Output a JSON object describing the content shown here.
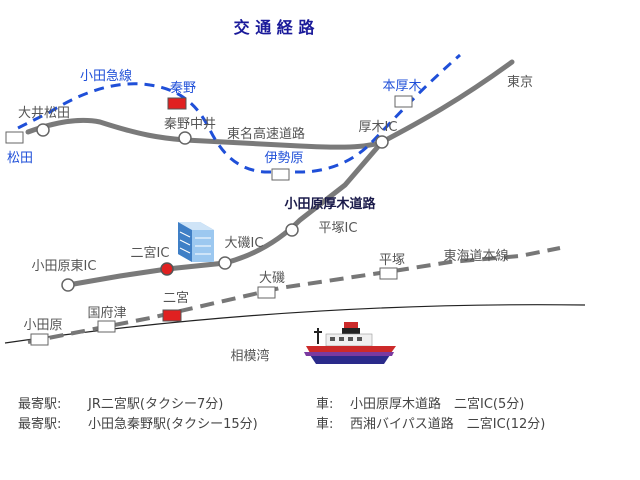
{
  "title": "交 通 経 路",
  "colors": {
    "title": "#1a1a9a",
    "odakyu": "#1f4fd8",
    "highway": "#7a7a7a",
    "station_marker": "#e02020",
    "station_box": "#ffffff",
    "coast": "#222222",
    "label": "#555555"
  },
  "lines": {
    "odakyu": "小田急線",
    "tomei": "東名高速道路",
    "odawara_atsugi": "小田原厚木道路",
    "tokaido": "東海道本線"
  },
  "places": {
    "tokyo": "東京",
    "oimatsuda": "大井松田",
    "matsuda": "松田",
    "hadano": "秦野",
    "hadano_nakai": "秦野中井",
    "isehara": "伊勢原",
    "honatsugi": "本厚木",
    "atsugi_ic": "厚木IC",
    "hiratsuka_ic": "平塚IC",
    "oiso_ic": "大磯IC",
    "ninomiya_ic": "二宮IC",
    "odawara_higashi_ic": "小田原東IC",
    "hiratsuka": "平塚",
    "oiso": "大磯",
    "ninomiya": "二宮",
    "kozu": "国府津",
    "odawara": "小田原",
    "sagami_bay": "相模湾"
  },
  "building_icon": "office-building-icon",
  "ship_icon": "ship-icon",
  "access": {
    "train1": {
      "label": "最寄駅:",
      "value": "JR二宮駅(タクシー7分)"
    },
    "train2": {
      "label": "最寄駅:",
      "value": "小田急秦野駅(タクシー15分)"
    },
    "car1": {
      "label": "車:",
      "value": "小田原厚木道路　二宮IC(5分)"
    },
    "car2": {
      "label": "車:",
      "value": "西湘バイパス道路　二宮IC(12分)"
    }
  }
}
